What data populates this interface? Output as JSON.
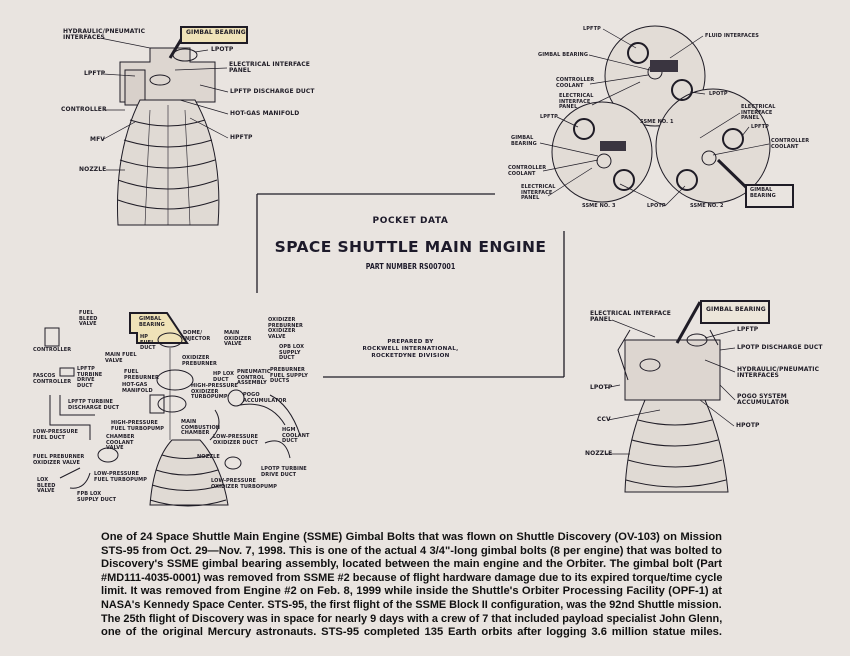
{
  "cover": {
    "pocket_data": "POCKET DATA",
    "title": "SPACE SHUTTLE MAIN ENGINE",
    "part_number": "PART NUMBER RS007001",
    "prepared_by": "PREPARED BY\nROCKWELL INTERNATIONAL,\nROCKETDYNE DIVISION"
  },
  "top_left_engine": {
    "hydraulic": "HYDRAULIC/PNEUMATIC\nINTERFACES",
    "gimbal": "GIMBAL BEARING",
    "lpotp": "LPOTP",
    "eip": "ELECTRICAL INTERFACE\nPANEL",
    "lpftp": "LPFTP",
    "lpftp_dd": "LPFTP DISCHARGE DUCT",
    "controller": "CONTROLLER",
    "hgm": "HOT-GAS MANIFOLD",
    "mfv": "MFV",
    "hpftp": "HPFTP",
    "nozzle": "NOZZLE"
  },
  "top_right_layout": {
    "e1_lpftp": "LPFTP",
    "e1_fluid": "FLUID INTERFACES",
    "e1_gimbal": "GIMBAL BEARING",
    "e1_cc": "CONTROLLER\nCOOLANT",
    "e1_eip": "ELECTRICAL\nINTERFACE\nPANEL",
    "e1_lpotp": "LPOTP",
    "e1_name": "SSME NO. 1",
    "e3_lpftp": "LPFTP",
    "e3_gimbal": "GIMBAL\nBEARING",
    "e3_cc": "CONTROLLER\nCOOLANT",
    "e3_eip": "ELECTRICAL\nINTERFACE\nPANEL",
    "e3_name": "SSME NO. 3",
    "e2_lpotp": "LPOTP",
    "e2_name": "SSME NO. 2",
    "e2_eip": "ELECTRICAL\nINTERFACE\nPANEL",
    "e2_lpftp": "LPFTP",
    "e2_cc": "CONTROLLER\nCOOLANT",
    "e2_gimbal": "GIMBAL\nBEARING"
  },
  "bottom_left_exploded": {
    "fuel_bleed": "FUEL\nBLEED\nVALVE",
    "gimbal": "GIMBAL\nBEARING",
    "opov": "OXIDIZER\nPREBURNER\nOXIDIZER\nVALVE",
    "controller": "CONTROLLER",
    "dome": "DOME/\nINJECTOR",
    "hp_fuel_duct": "HP\nFUEL\nDUCT",
    "mov": "MAIN\nOXIDIZER\nVALVE",
    "mfv": "MAIN FUEL\nVALVE",
    "ox_preburner": "OXIDIZER\nPREBURNER",
    "opb_lox": "OPB LOX\nSUPPLY\nDUCT",
    "lpftp_tdd": "LPFTP\nTURBINE\nDRIVE\nDUCT",
    "fuel_preburner": "FUEL\nPREBURNER",
    "hp_lox": "HP LOX\nDUCT",
    "pca": "PNEUMATIC\nCONTROL\nASSEMBLY",
    "pfsd": "PREBURNER\nFUEL SUPPLY\nDUCTS",
    "fascos": "FASCOS\nCONTROLLER",
    "hgm": "HOT-GAS\nMANIFOLD",
    "hpotp": "HIGH-PRESSURE\nOXIDIZER\nTURBOPUMP",
    "pogo": "POGO\nACCUMULATOR",
    "lpftp_tdisch": "LPFTP TURBINE\nDISCHARGE DUCT",
    "hpftp": "HIGH-PRESSURE\nFUEL TURBOPUMP",
    "mcc": "MAIN\nCOMBUSTION\nCHAMBER",
    "lp_fuel_duct": "LOW-PRESSURE\nFUEL DUCT",
    "ccv": "CHAMBER\nCOOLANT\nVALVE",
    "lp_ox_duct": "LOW-PRESSURE\nOXIDIZER DUCT",
    "hgm_coolant": "HGM\nCOOLANT\nDUCT",
    "nozzle": "NOZZLE",
    "fpov": "FUEL PREBURNER\nOXIDIZER VALVE",
    "lpotp_tdd": "LPOTP TURBINE\nDRIVE DUCT",
    "lpftp": "LOW-PRESSURE\nFUEL TURBOPUMP",
    "lox_bleed": "LOX\nBLEED\nVALVE",
    "lpotp": "LOW-PRESSURE\nOXIDIZER TURBOPUMP",
    "fpb_lox": "FPB LOX\nSUPPLY DUCT"
  },
  "bottom_right_engine": {
    "eip": "ELECTRICAL INTERFACE\nPANEL",
    "gimbal": "GIMBAL BEARING",
    "lpftp": "LPFTP",
    "lpotp_dd": "LPOTP DISCHARGE DUCT",
    "hydraulic": "HYDRAULIC/PNEUMATIC\nINTERFACES",
    "lpotp": "LPOTP",
    "pogo": "POGO SYSTEM\nACCUMULATOR",
    "ccv": "CCV",
    "hpotp": "HPOTP",
    "nozzle": "NOZZLE"
  },
  "description_lines": [
    "One of 24 Space Shuttle Main Engine (SSME) Gimbal Bolts that was flown on Shuttle Discovery (OV-103) on Mission",
    "STS-95 from Oct. 29—Nov. 7, 1998. This is one of the actual 4 3/4\"-long gimbal bolts (8 per engine) that was bolted to",
    "Discovery's SSME gimbal bearing assembly, located between the main engine and the Orbiter.  The gimbal bolt (Part",
    "#MD111-4035-0001) was removed from SSME #2 because of flight hardware damage due to its expired torque/time cycle",
    "limit.  It was removed from Engine #2 on Feb. 8, 1999 while inside the Shuttle's Orbiter Processing Facility (OPF-1) at",
    "NASA's Kennedy Space Center. STS-95, the first flight of the SSME Block II configuration, was the 92nd Shuttle mission.",
    "The 25th flight of Discovery was in space for nearly 9 days with a crew of 7 that included payload specialist John Glenn,",
    "one of the original Mercury astronauts. STS-95 completed 135 Earth orbits after logging 3.6 million statue miles."
  ],
  "colors": {
    "paper": "#e9e4e0",
    "ink": "#1f1c26",
    "highlight": "#efe2b8"
  }
}
